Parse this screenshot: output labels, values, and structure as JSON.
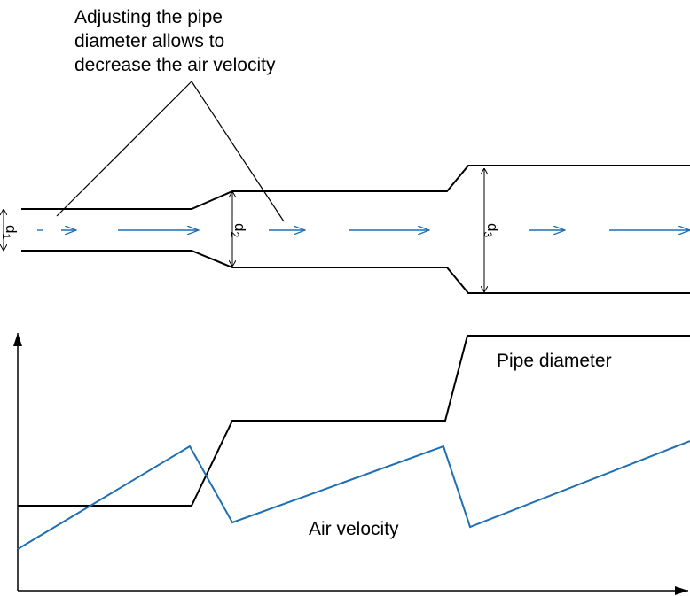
{
  "colors": {
    "outline": "#000000",
    "flow_arrows": "#1f6fb2",
    "pipe_diameter_curve": "#000000",
    "air_velocity_curve": "#1f6fb2"
  },
  "callout": {
    "lines": [
      "Adjusting the pipe",
      "diameter allows to",
      "decrease the air velocity"
    ]
  },
  "pipe": {
    "sections": [
      {
        "label_main": "d",
        "label_sub": "1"
      },
      {
        "label_main": "d",
        "label_sub": "2"
      },
      {
        "label_main": "d",
        "label_sub": "3"
      }
    ]
  },
  "graph": {
    "pipe_diameter_label": "Pipe diameter",
    "air_velocity_label": "Air velocity"
  }
}
